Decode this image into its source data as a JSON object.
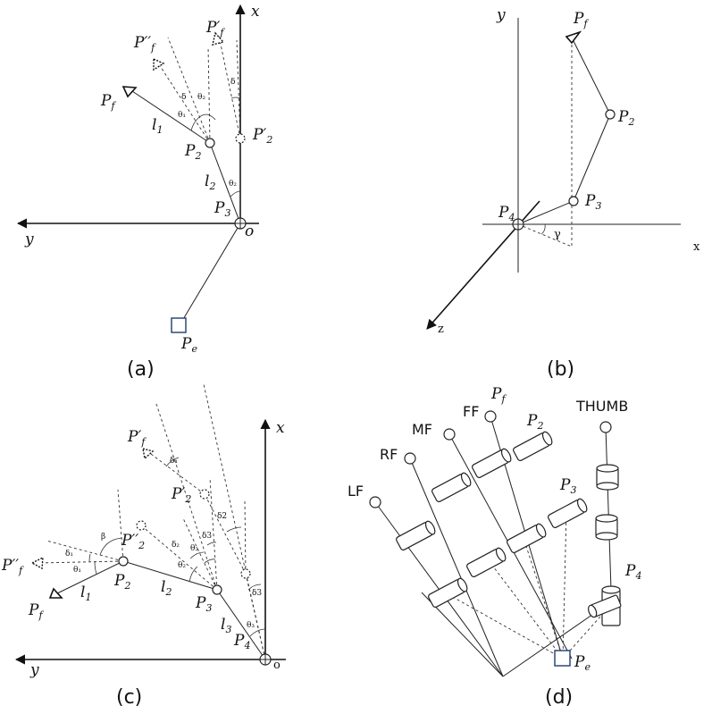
{
  "panel_a": {
    "caption": "(a)",
    "axis_x": "x",
    "axis_y": "y",
    "origin": "o",
    "pf_main": "P",
    "pf_main_sub": "f",
    "pf_prime": "P′",
    "pf_prime_sub": "f",
    "pf_dprime": "P′′",
    "pf_dprime_sub": "f",
    "p2": "P",
    "p2_sub": "2",
    "p2_prime": "P′",
    "p2_prime_sub": "2",
    "p3": "P",
    "p3_sub": "3",
    "pe": "P",
    "pe_sub": "e",
    "l1": "l",
    "l1_sub": "1",
    "l2": "l",
    "l2_sub": "2",
    "delta": "δ",
    "theta1": "θ₁",
    "theta2": "θ₂"
  },
  "panel_b": {
    "caption": "(b)",
    "axis_x": "x",
    "axis_y": "y",
    "axis_z": "z",
    "pf": "P",
    "pf_sub": "f",
    "p2": "P",
    "p2_sub": "2",
    "p3": "P",
    "p3_sub": "3",
    "p4": "P",
    "p4_sub": "4",
    "gamma": "γ"
  },
  "panel_c": {
    "caption": "(c)",
    "axis_x": "x",
    "axis_y": "y",
    "origin": "o",
    "pf": "P",
    "pf_sub": "f",
    "pf_prime": "P′",
    "pf_prime_sub": "f",
    "pf_dprime": "P′′",
    "pf_dprime_sub": "f",
    "p2": "P",
    "p2_sub": "2",
    "p2_prime": "P′",
    "p2_prime_sub": "2",
    "p2_dprime": "P′′",
    "p2_dprime_sub": "2",
    "p3": "P",
    "p3_sub": "3",
    "p4": "P",
    "p4_sub": "4",
    "l1": "l",
    "l1_sub": "1",
    "l2": "l",
    "l2_sub": "2",
    "l3": "l",
    "l3_sub": "3",
    "beta": "β",
    "delta1": "δ₁",
    "delta2": "δ2",
    "delta3": "δ3",
    "delta2s": "δ₂",
    "theta1": "θ₁",
    "theta2": "θ₂",
    "theta3": "θ₃"
  },
  "panel_d": {
    "caption": "(d)",
    "thumb": "THUMB",
    "ff": "FF",
    "mf": "MF",
    "rf": "RF",
    "lf": "LF",
    "pf": "P",
    "pf_sub": "f",
    "p2": "P",
    "p2_sub": "2",
    "p3": "P",
    "p3_sub": "3",
    "p4": "P",
    "p4_sub": "4",
    "pe": "P",
    "pe_sub": "e"
  }
}
